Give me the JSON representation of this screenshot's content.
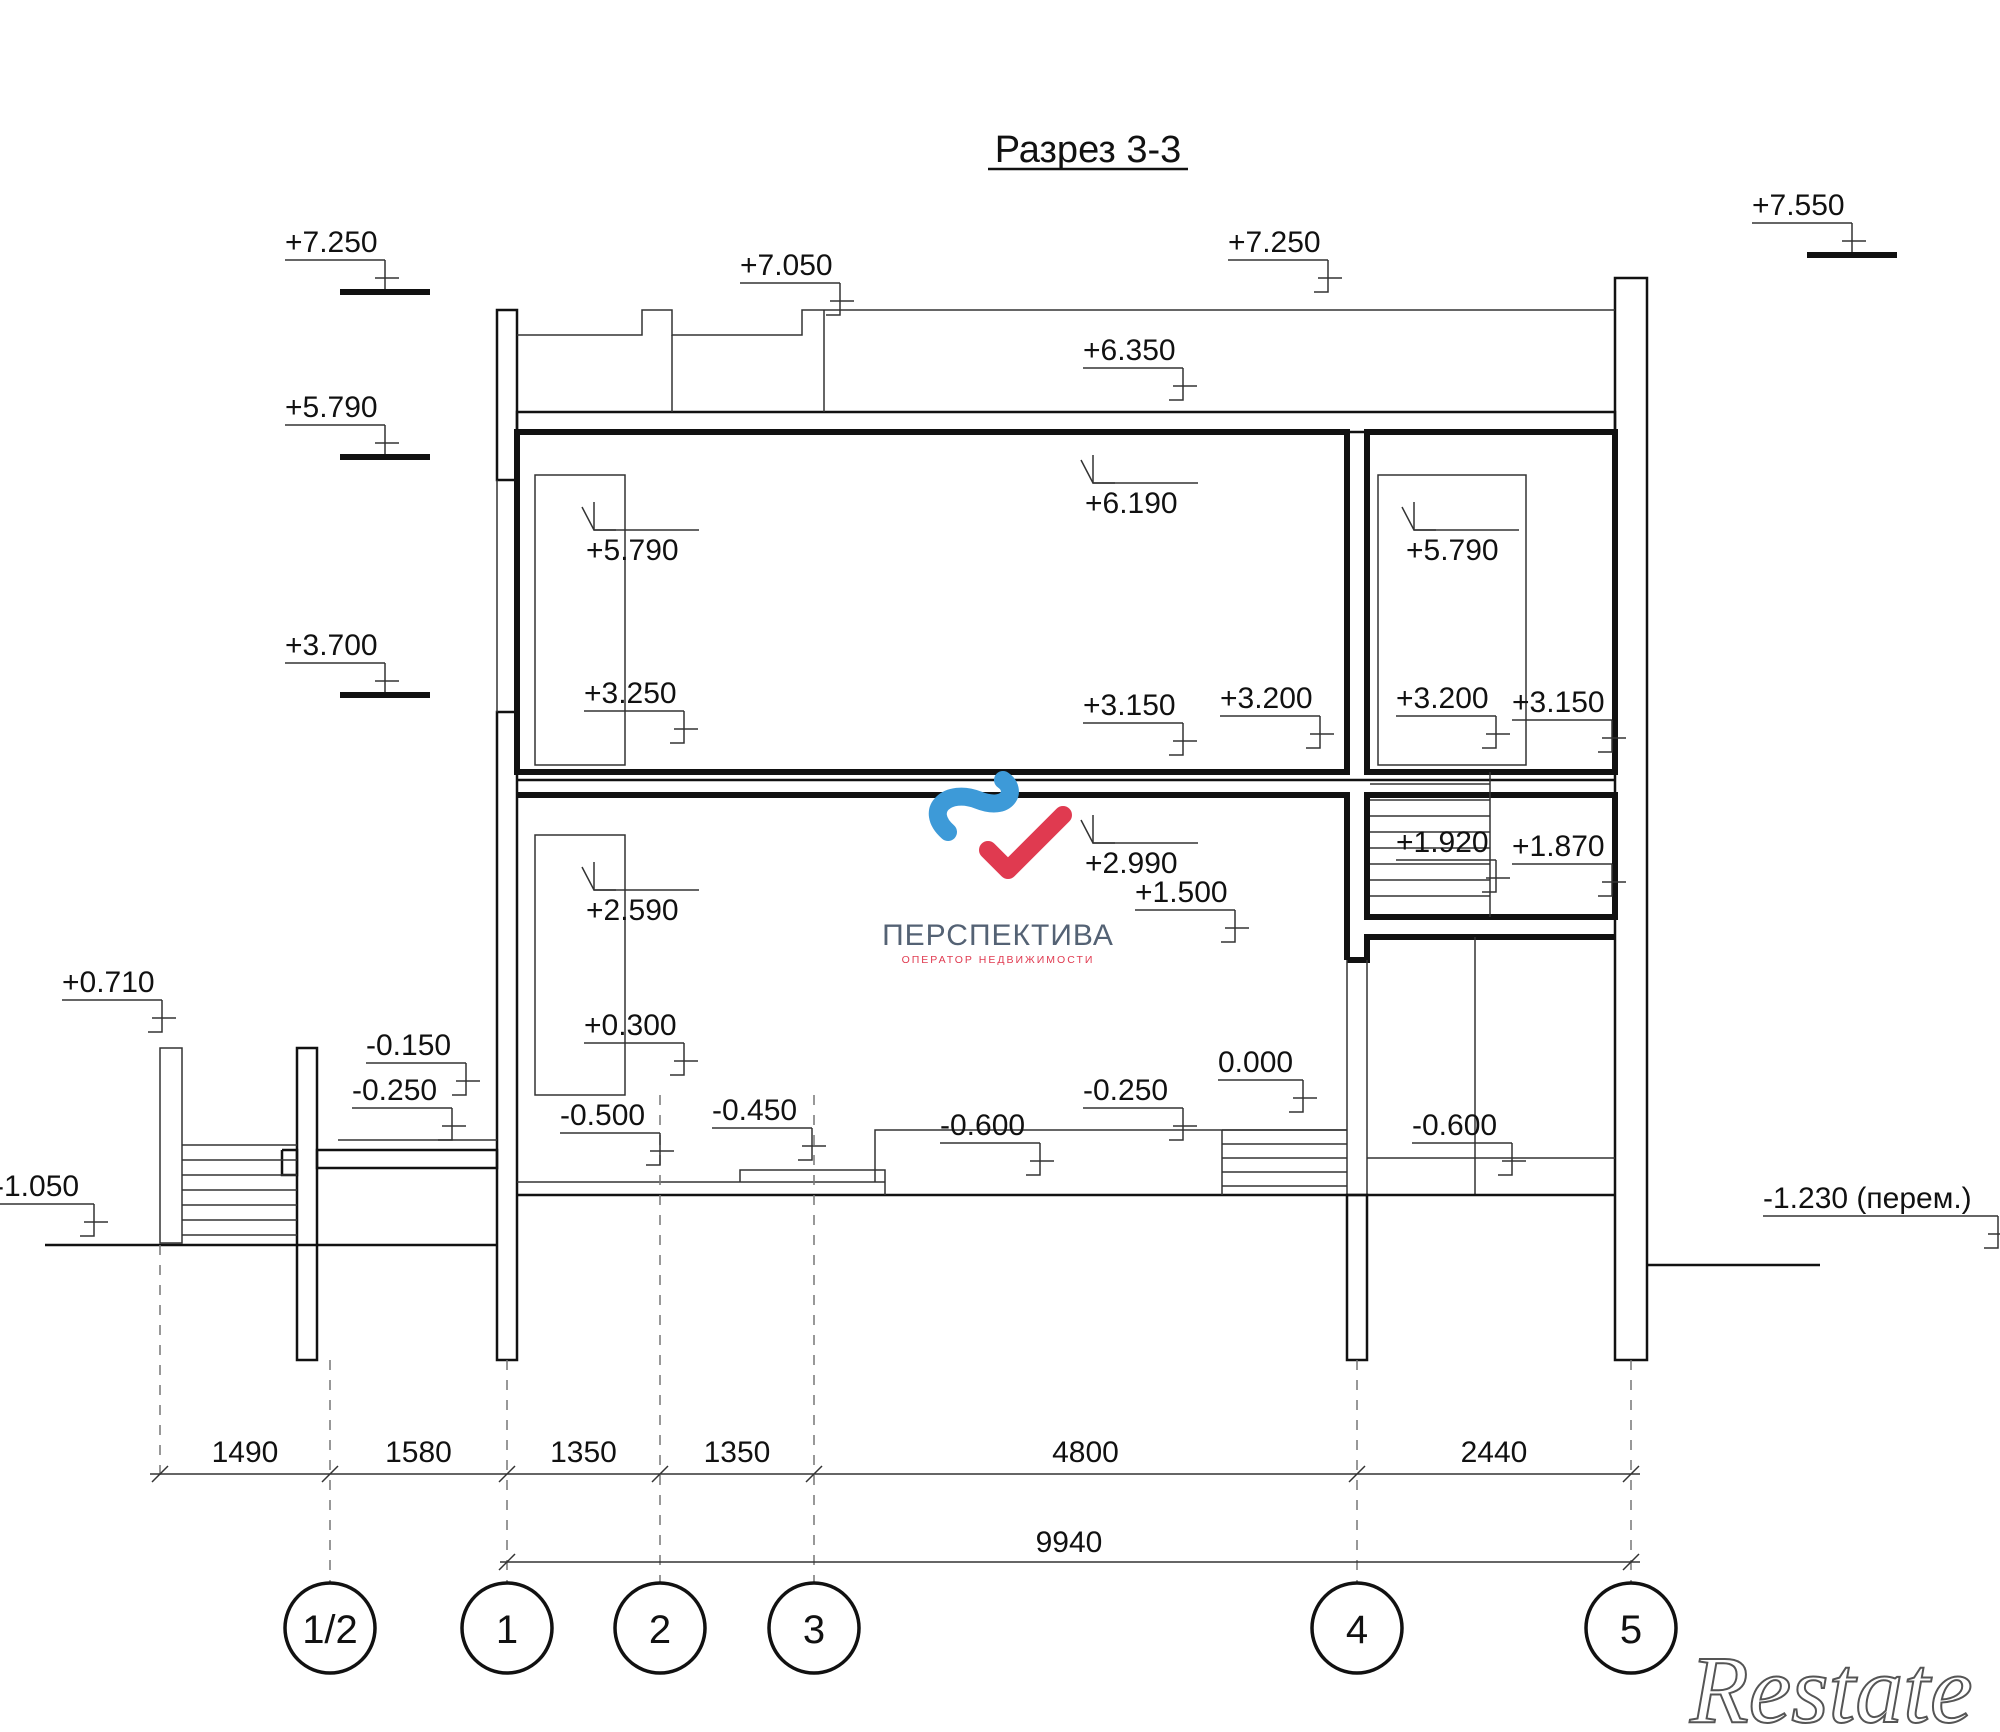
{
  "title": "Разрез 3-3",
  "elevation_marks": [
    "+7.250",
    "+5.790",
    "+3.700",
    "+0.710",
    "-1.050",
    "+7.050",
    "+7.250",
    "+7.550",
    "+6.350",
    "+6.190",
    "+5.790",
    "+3.250",
    "+2.590",
    "+0.300",
    "+3.150",
    "+3.200",
    "+2.990",
    "+1.500",
    "+5.790",
    "+3.200",
    "+3.150",
    "+1.920",
    "+1.870",
    "-0.150",
    "-0.250",
    "-0.500",
    "-0.450",
    "-0.600",
    "-0.250",
    "0.000",
    "-0.600",
    "-1.230 (перем.)"
  ],
  "dimensions": {
    "chain": [
      "1490",
      "1580",
      "1350",
      "1350",
      "4800",
      "2440"
    ],
    "total": "9940",
    "unit": "mm"
  },
  "axes": [
    "1/2",
    "1",
    "2",
    "3",
    "4",
    "5"
  ],
  "watermark": {
    "name": "ПЕРСПЕКТИВА",
    "tagline": "ОПЕРАТОР НЕДВИЖИМОСТИ",
    "colors": {
      "blue": "#3d9ad8",
      "red": "#e03a50",
      "text": "#546274"
    }
  },
  "corner_watermark": "Restate",
  "colors": {
    "line": "#111111",
    "background": "#ffffff"
  }
}
